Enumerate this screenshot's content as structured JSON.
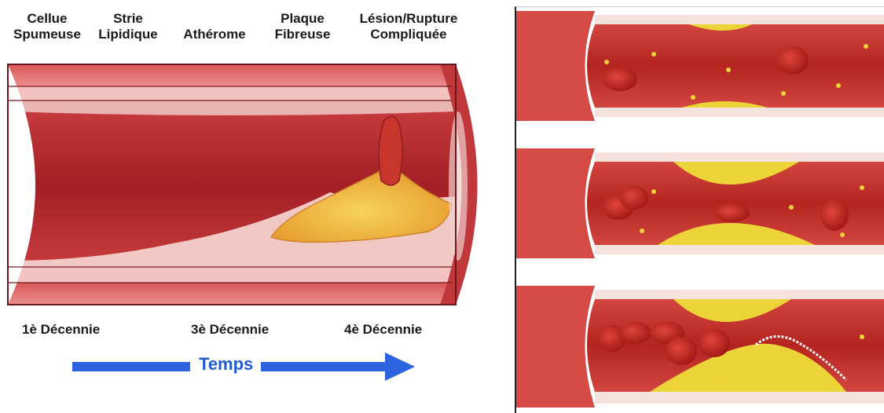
{
  "stages": [
    {
      "line1": "Cellue",
      "line2": "Spumeuse"
    },
    {
      "line1": "Strie",
      "line2": "Lipidique"
    },
    {
      "line1": "Athérome",
      "line2": ""
    },
    {
      "line1": "Plaque",
      "line2": "Fibreuse"
    },
    {
      "line1": "Lésion/Rupture",
      "line2": "Compliquée"
    }
  ],
  "decades": [
    "1è Décennie",
    "3è Décennie",
    "4è Décennie"
  ],
  "timeline_label": "Temps",
  "colors": {
    "vessel_red": "#b3262b",
    "vessel_dark": "#8e1c20",
    "wall_pink": "#f2b7b4",
    "plaque_yellow": "#ecd438",
    "plaque_orange": "#f3b64a",
    "arrow_blue": "#2b63e0"
  }
}
